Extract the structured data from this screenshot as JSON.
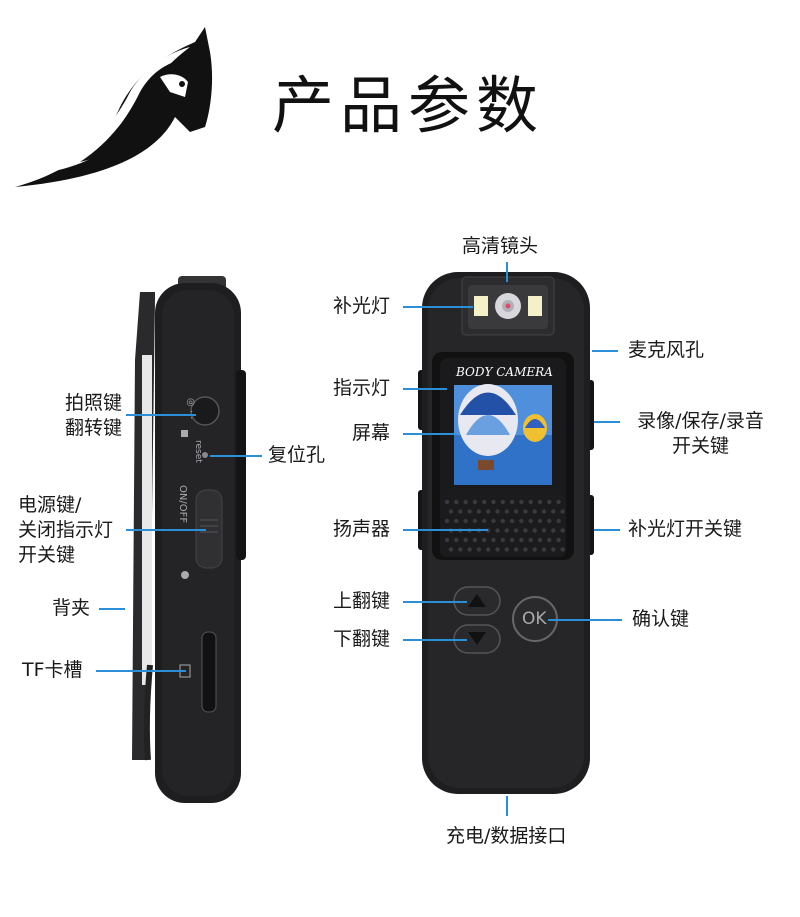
{
  "title": "产品参数",
  "screen_text": "BODY CAMERA",
  "button_text": {
    "ok": "OK"
  },
  "side_print": {
    "onoff": "ON/OFF",
    "reset": "reset"
  },
  "labels": {
    "lens": "高清镜头",
    "fill_light": "补光灯",
    "mic": "麦克风孔",
    "indicator": "指示灯",
    "record_line1": "录像/保存/录音",
    "record_line2": "开关键",
    "screen": "屏幕",
    "speaker": "扬声器",
    "fill_switch": "补光灯开关键",
    "up": "上翻键",
    "down": "下翻键",
    "confirm": "确认键",
    "charge": "充电/数据接口",
    "photo_line1": "拍照键",
    "photo_line2": "翻转键",
    "reset": "复位孔",
    "power_line1": "电源键/",
    "power_line2": "关闭指示灯",
    "power_line3": "开关键",
    "clip": "背夹",
    "tf": "TF卡槽"
  },
  "colors": {
    "accent": "#2a8ed8",
    "device": "#1e1e20",
    "text": "#1a1a1a"
  }
}
